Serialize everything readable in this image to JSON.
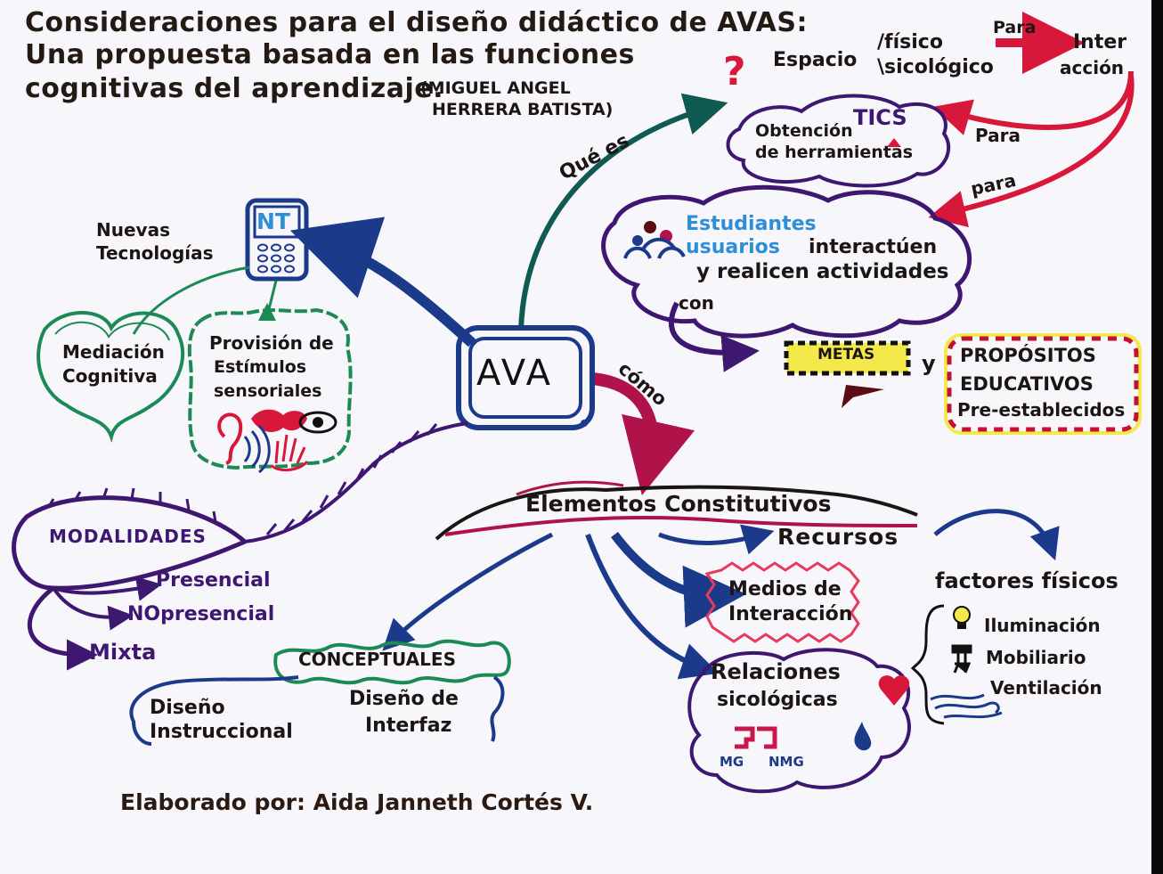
{
  "title": {
    "line1": "Consideraciones para el diseño didáctico de AVAS:",
    "line2": "Una propuesta basada en las funciones",
    "line3": "cognitivas del aprendizaje.",
    "author1": "(MIGUEL ANGEL",
    "author2": "HERRERA BATISTA)"
  },
  "center": {
    "label": "AVA"
  },
  "links": {
    "que_es": "Qué es",
    "como": "cómo",
    "para1": "Para",
    "para2": "Para",
    "para3": "para",
    "con": "con",
    "y": "y"
  },
  "top_right": {
    "question": "?",
    "espacio": "Espacio",
    "fisico": "/físico",
    "sicologico": "\\sicológico",
    "inter": "Inter",
    "accion": "acción"
  },
  "tics": {
    "label": "TICS",
    "line1": "Obtención",
    "line2": "de herramientas"
  },
  "estudiantes": {
    "line1": "Estudiantes",
    "line2a": "usuarios",
    "line2b": "interactúen",
    "line3": "y realicen actividades"
  },
  "metas": {
    "label": "METAS"
  },
  "propositos": {
    "line1": "PROPÓSITOS",
    "line2": "EDUCATIVOS",
    "line3": "Pre-establecidos"
  },
  "nt": {
    "label": "NT",
    "line1": "Nuevas",
    "line2": "Tecnologías"
  },
  "mediacion": {
    "line1": "Mediación",
    "line2": "Cognitiva"
  },
  "provision": {
    "line1": "Provisión de",
    "line2": "Estímulos",
    "line3": "sensoriales"
  },
  "modalidades": {
    "label": "MODALIDADES",
    "items": [
      "Presencial",
      "NOpresencial",
      "Mixta"
    ]
  },
  "elementos": {
    "label": "Elementos Constitutivos"
  },
  "recursos": {
    "label": "Recursos"
  },
  "medios": {
    "line1": "Medios de",
    "line2": "Interacción"
  },
  "relaciones": {
    "line1": "Relaciones",
    "line2": "sicológicas",
    "mg": "MG",
    "nmg": "NMG"
  },
  "conceptuales": {
    "label": "CONCEPTUALES",
    "left1": "Diseño",
    "left2": "Instruccional",
    "right1": "Diseño de",
    "right2": "Interfaz"
  },
  "factores": {
    "label": "factores físicos",
    "items": [
      "Iluminación",
      "Mobiliario",
      "Ventilación"
    ]
  },
  "footer": {
    "credit": "Elaborado por: Aida Janneth Cortés V."
  },
  "colors": {
    "paper": "#f7f6fb",
    "ink": "#1d1513",
    "navy": "#1b3a8a",
    "teal": "#0f5b52",
    "green": "#1b8a55",
    "crimson": "#d8183a",
    "purple": "#3d1770",
    "magenta": "#b0124a",
    "blue_light": "#2f8fd6"
  }
}
